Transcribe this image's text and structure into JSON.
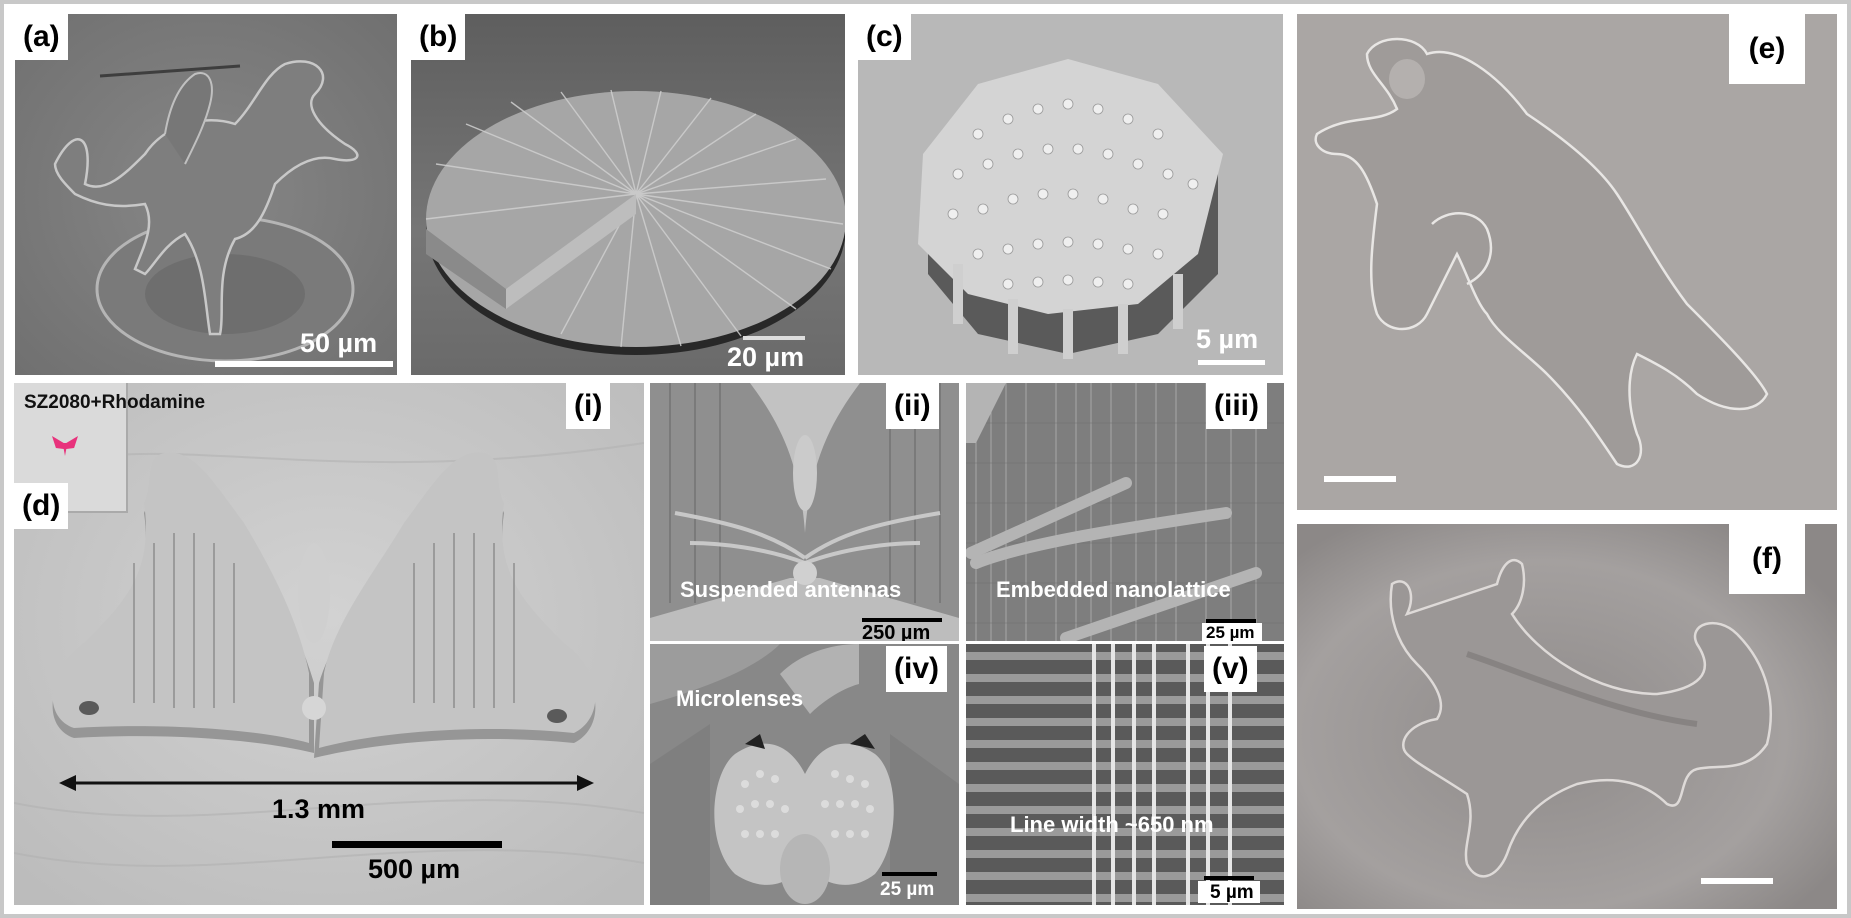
{
  "figure": {
    "panels": {
      "a": {
        "label": "(a)",
        "scalebar": "50 µm",
        "subject": "horse-and-rider microsculpture on disc base"
      },
      "b": {
        "label": "(b)",
        "scalebar": "20 µm",
        "subject": "radial spiral-ramp disc structure"
      },
      "c": {
        "label": "(c)",
        "scalebar": "5 µm",
        "subject": "pillar-array microstructure on lattice scaffold"
      },
      "d": {
        "label": "(d)",
        "inset_caption": "SZ2080+Rhodamine",
        "dimension_label": "1.3 mm",
        "scalebar": "500 µm",
        "sub_label": "(i)",
        "subject": "butterfly microstructure",
        "inset_color": "#e8327c"
      },
      "d_ii": {
        "label": "(ii)",
        "caption": "Suspended antennas",
        "scalebar": "250 µm"
      },
      "d_iii": {
        "label": "(iii)",
        "caption": "Embedded nanolattice",
        "scalebar": "25 µm"
      },
      "d_iv": {
        "label": "(iv)",
        "caption": "Microlenses",
        "scalebar": "25 µm"
      },
      "d_v": {
        "label": "(v)",
        "caption": "Line width ~650 nm",
        "scalebar": "5 µm"
      },
      "e": {
        "label": "(e)",
        "subject": "bull microsculpture"
      },
      "f": {
        "label": "(f)",
        "subject": "bull microsculpture, top view"
      }
    },
    "colors": {
      "background_frame": "#c8c8c8",
      "panel_gap": "#ffffff",
      "sem_gray": "#8a8a8a"
    }
  }
}
